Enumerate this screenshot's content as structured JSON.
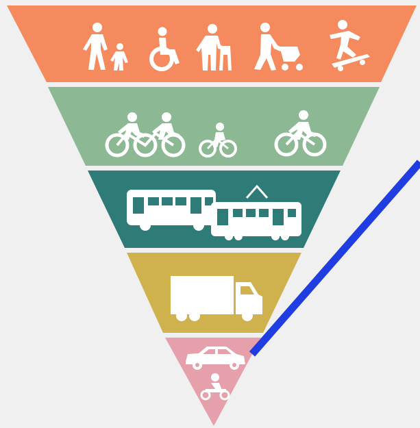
{
  "diagram": {
    "type": "inverted-pyramid",
    "background": "#f0f0f0",
    "tiers": [
      {
        "id": "pedestrians",
        "color": "#f48a5e",
        "icons": [
          "pedestrian-with-child-icon",
          "wheelchair-user-icon",
          "walker-user-icon",
          "stroller-pusher-icon",
          "skateboarder-icon"
        ]
      },
      {
        "id": "cyclists",
        "color": "#8cb894",
        "icons": [
          "tandem-bicycle-icon",
          "child-cyclist-icon",
          "cyclist-icon"
        ]
      },
      {
        "id": "public-transit",
        "color": "#2f7b77",
        "icons": [
          "bus-icon",
          "tram-icon"
        ]
      },
      {
        "id": "freight",
        "color": "#cfb24e",
        "icons": [
          "truck-icon"
        ]
      },
      {
        "id": "private-vehicles",
        "color": "#e6a0ab",
        "icons": [
          "car-icon",
          "motorcycle-icon"
        ]
      }
    ],
    "icon_color": "#ffffff",
    "pointer_line_color": "#1f3de0"
  }
}
